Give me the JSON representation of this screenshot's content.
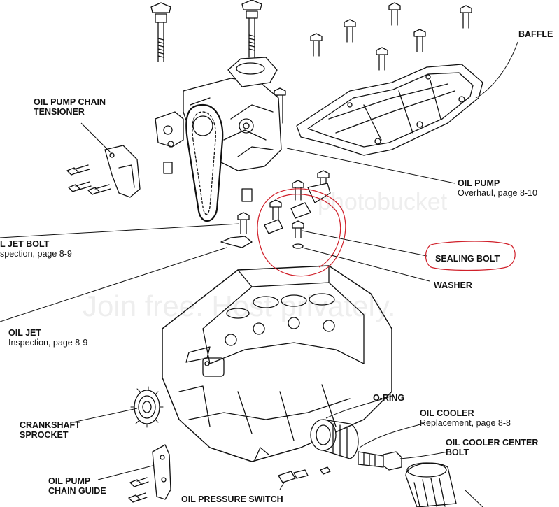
{
  "labels": {
    "baffle": {
      "title": "BAFFLE"
    },
    "chain_tensioner": {
      "title_line1": "OIL PUMP CHAIN",
      "title_line2": "TENSIONER"
    },
    "oil_pump": {
      "title": "OIL PUMP",
      "sub": "Overhaul, page 8-10"
    },
    "oil_jet_bolt": {
      "title": "L JET BOLT",
      "sub": "spection, page 8-9"
    },
    "sealing_bolt": {
      "title": "SEALING BOLT"
    },
    "washer": {
      "title": "WASHER"
    },
    "oil_jet": {
      "title": "OIL JET",
      "sub": "Inspection, page 8-9"
    },
    "o_ring": {
      "title": "O-RING"
    },
    "oil_cooler": {
      "title": "OIL COOLER",
      "sub": "Replacement, page 8-8"
    },
    "cooler_center_bolt": {
      "title_line1": "OIL COOLER CENTER",
      "title_line2": "BOLT"
    },
    "crank_sprocket": {
      "title_line1": "CRANKSHAFT",
      "title_line2": "SPROCKET"
    },
    "chain_guide": {
      "title_line1": "OIL PUMP",
      "title_line2": "CHAIN GUIDE"
    },
    "pressure_switch": {
      "title": "OIL PRESSURE SWITCH"
    }
  },
  "watermark": {
    "brand": "photobucket",
    "tagline": "Join free. Host privately."
  },
  "colors": {
    "ink": "#111111",
    "annotation": "#d0202a",
    "watermark": "#9a9a9a"
  }
}
